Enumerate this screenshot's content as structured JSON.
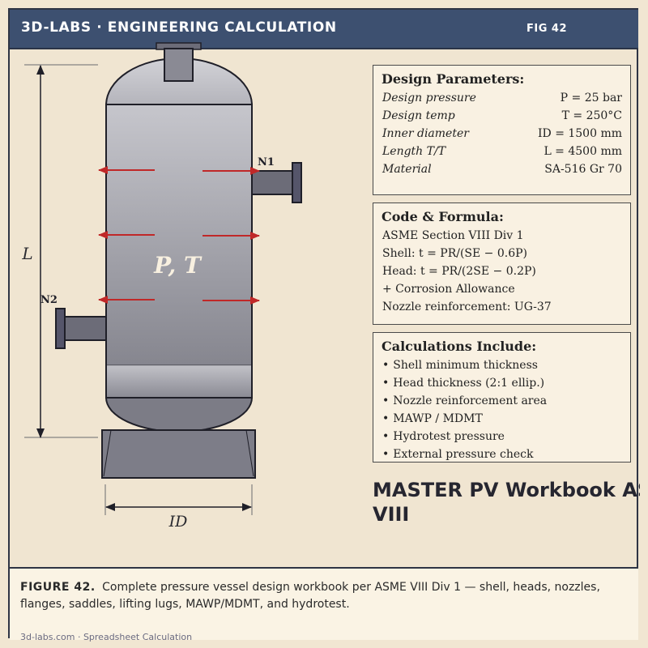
{
  "header": {
    "brand": "3D-LABS · ENGINEERING CALCULATION",
    "fig_tag": "FIG 42"
  },
  "diagram": {
    "vessel_label": "P, T",
    "nozzle_n1": "N1",
    "nozzle_n2": "N2",
    "length_label": "L",
    "diameter_label": "ID",
    "colors": {
      "shell_light": "#c9c9cf",
      "shell_dark": "#85858f",
      "outline": "#1f1f28",
      "arrow": "#c02828",
      "saddle": "#7d7d88",
      "nozzle": "#6c6c78",
      "flange": "#55556a"
    }
  },
  "design_parameters": {
    "title": "Design Parameters:",
    "rows": [
      {
        "label": "Design pressure",
        "value": "P = 25 bar"
      },
      {
        "label": "Design temp",
        "value": "T = 250°C"
      },
      {
        "label": "Inner diameter",
        "value": "ID = 1500 mm"
      },
      {
        "label": "Length T/T",
        "value": "L = 4500 mm"
      },
      {
        "label": "Material",
        "value": "SA-516 Gr 70"
      }
    ]
  },
  "code_formula": {
    "title": "Code & Formula:",
    "lines": [
      "ASME Section VIII Div 1",
      "Shell:  t = PR/(SE − 0.6P)",
      "Head:  t = PR/(2SE − 0.2P)",
      "+ Corrosion Allowance",
      "Nozzle reinforcement: UG-37"
    ]
  },
  "calculations": {
    "title": "Calculations Include:",
    "items": [
      "Shell minimum thickness",
      "Head thickness (2:1 ellip.)",
      "Nozzle reinforcement area",
      "MAWP / MDMT",
      "Hydrotest pressure",
      "External pressure check"
    ]
  },
  "workbook": {
    "line1": "MASTER PV Workbook ASME",
    "line2": "VIII"
  },
  "caption": {
    "label": "FIGURE 42.",
    "text": "Complete pressure vessel design workbook per ASME VIII Div 1 — shell, heads, nozzles, flanges, saddles, lifting lugs, MAWP/MDMT, and hydrotest.",
    "footer": "3d-labs.com  ·  Spreadsheet Calculation"
  }
}
